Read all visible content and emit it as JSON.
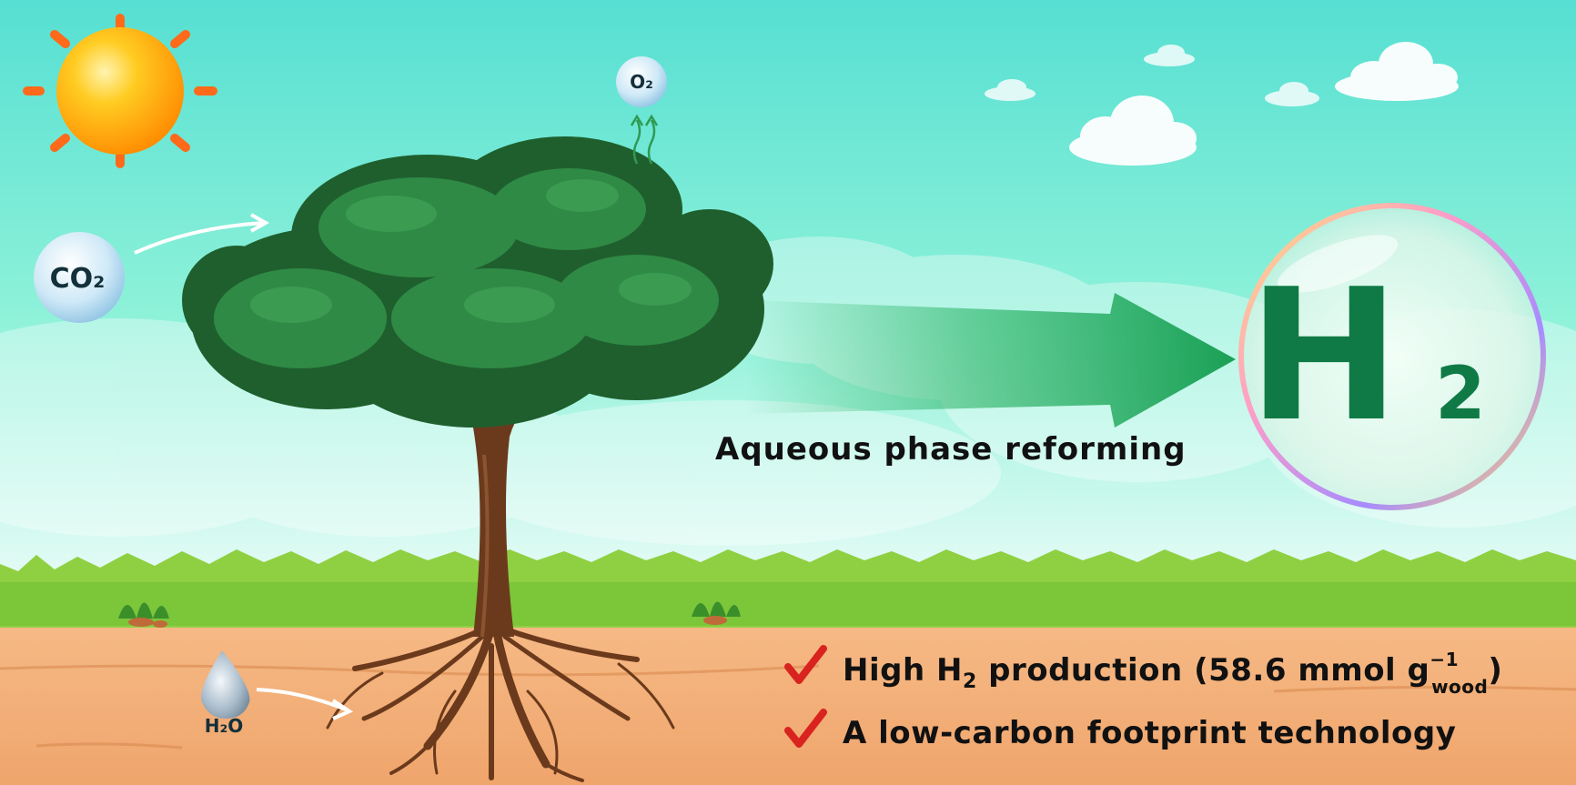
{
  "molecules": {
    "co2": "CO₂",
    "o2": "O₂",
    "h2o": "H₂O"
  },
  "process_label": "Aqueous phase reforming",
  "product": {
    "main": "H",
    "sub": "2"
  },
  "benefits": [
    {
      "prefix": "High H",
      "sub": "2",
      "text": " production (58.6 mmol g",
      "sup": "−1",
      "subscript": "wood",
      "suffix": ")"
    },
    {
      "text": "A low-carbon footprint technology"
    }
  ],
  "colors": {
    "sky_top": "#56dfd2",
    "sky_bottom": "#e6fbf6",
    "grass": "#7cc63a",
    "soil": "#f2b07a",
    "tree_dark": "#1f5f2e",
    "tree_mid": "#2f8a45",
    "trunk": "#6b3a1c",
    "arrow": "#1fae5c",
    "h2_text": "#0f7a45",
    "check": "#d9231f",
    "sun": "#ffb300",
    "sun_ray": "#ff6a1a"
  },
  "icons": [
    "sun-icon",
    "cloud-icon",
    "tree-icon",
    "water-drop-icon",
    "check-icon",
    "arrow-icon",
    "bubble-icon"
  ]
}
